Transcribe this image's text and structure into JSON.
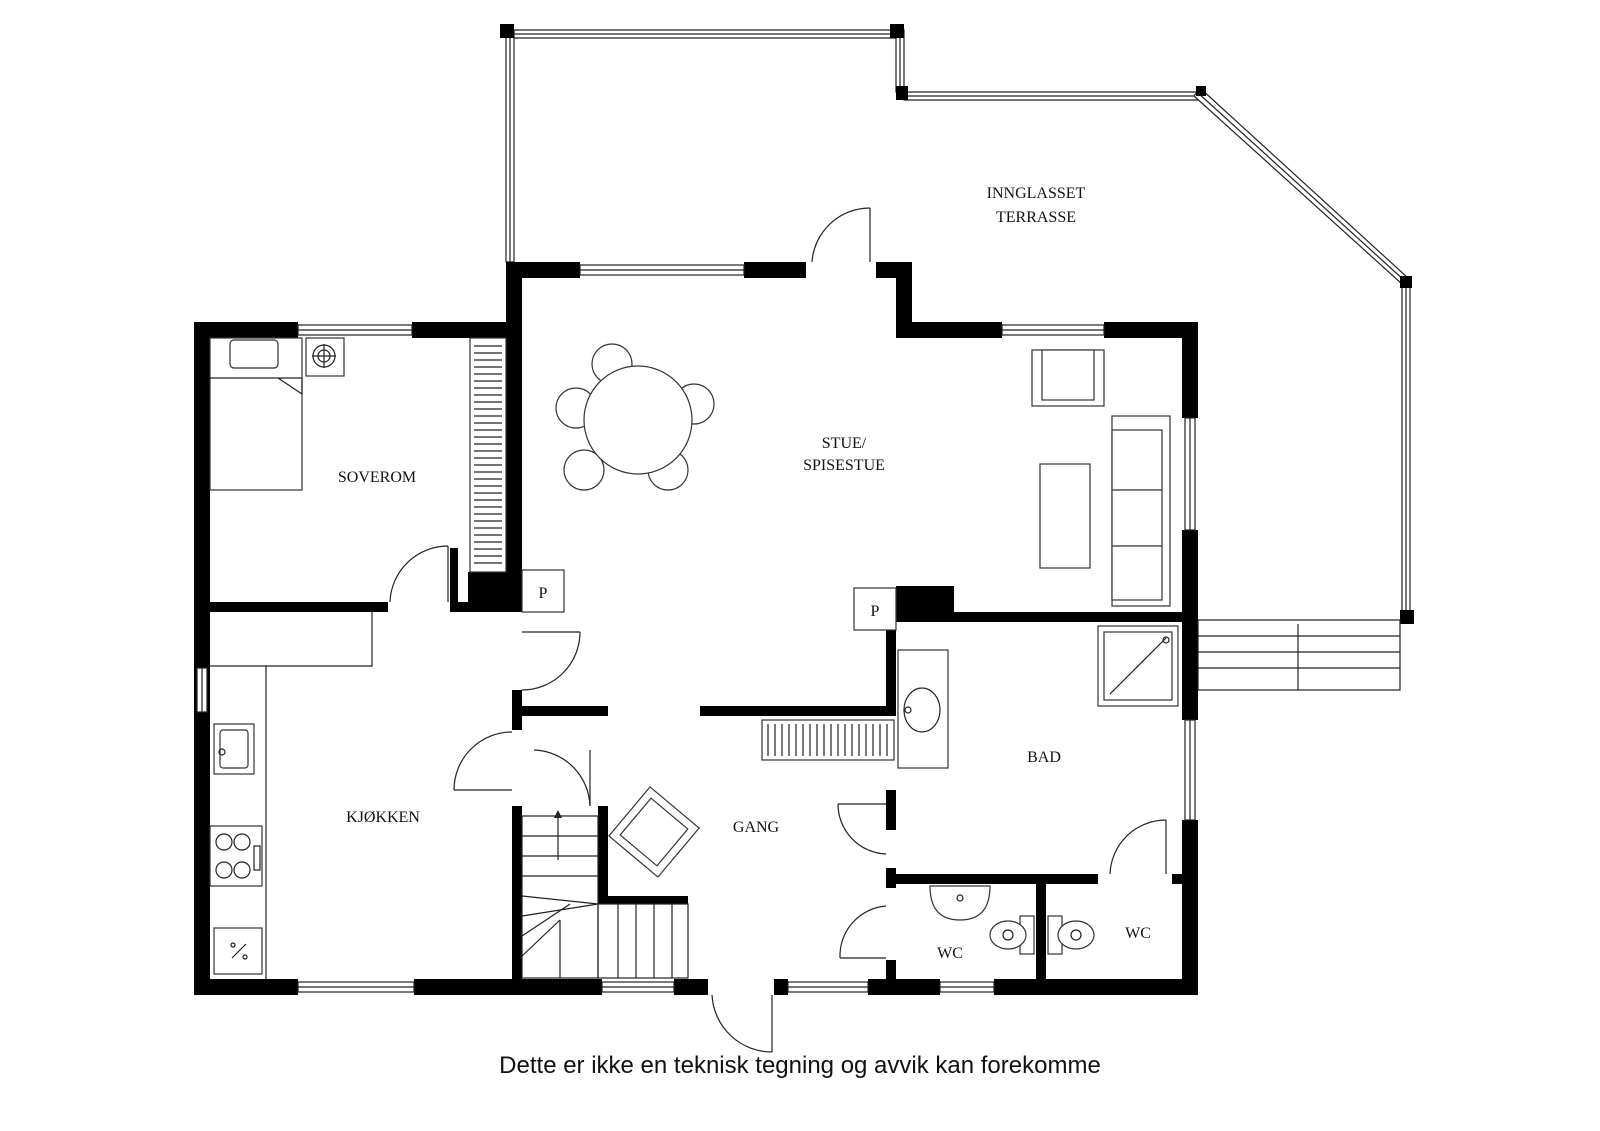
{
  "rooms": {
    "terrace_line1": "INNGLASSET",
    "terrace_line2": "TERRASSE",
    "living_line1": "STUE/",
    "living_line2": "SPISESTUE",
    "bedroom": "SOVEROM",
    "kitchen": "KJØKKEN",
    "hall": "GANG",
    "bath": "BAD",
    "wc_left": "WC",
    "wc_right": "WC"
  },
  "markers": {
    "parking_left": "P",
    "parking_right": "P"
  },
  "disclaimer": "Dette er ikke en teknisk tegning og avvik kan forekomme"
}
